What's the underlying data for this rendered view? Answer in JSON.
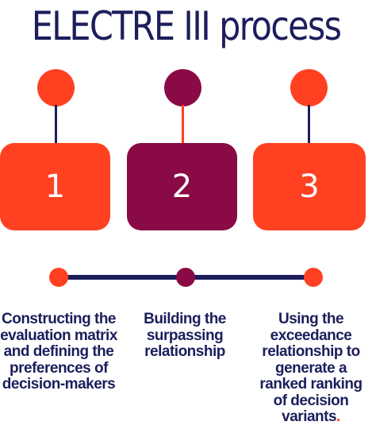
{
  "title": "ELECTRE III process",
  "colors": {
    "navy": "#1c1e5c",
    "orange": "#ff4122",
    "maroon": "#8a0a45"
  },
  "steps": [
    {
      "number": "1",
      "description": "Constructing the evaluation matrix and defining the preferences of decision-makers"
    },
    {
      "number": "2",
      "description": "Building the surpassing relationship"
    },
    {
      "number": "3",
      "description": "Using the exceedance relationship to generate a ranked ranking of decision variants"
    }
  ],
  "description_terminal_mark": "."
}
